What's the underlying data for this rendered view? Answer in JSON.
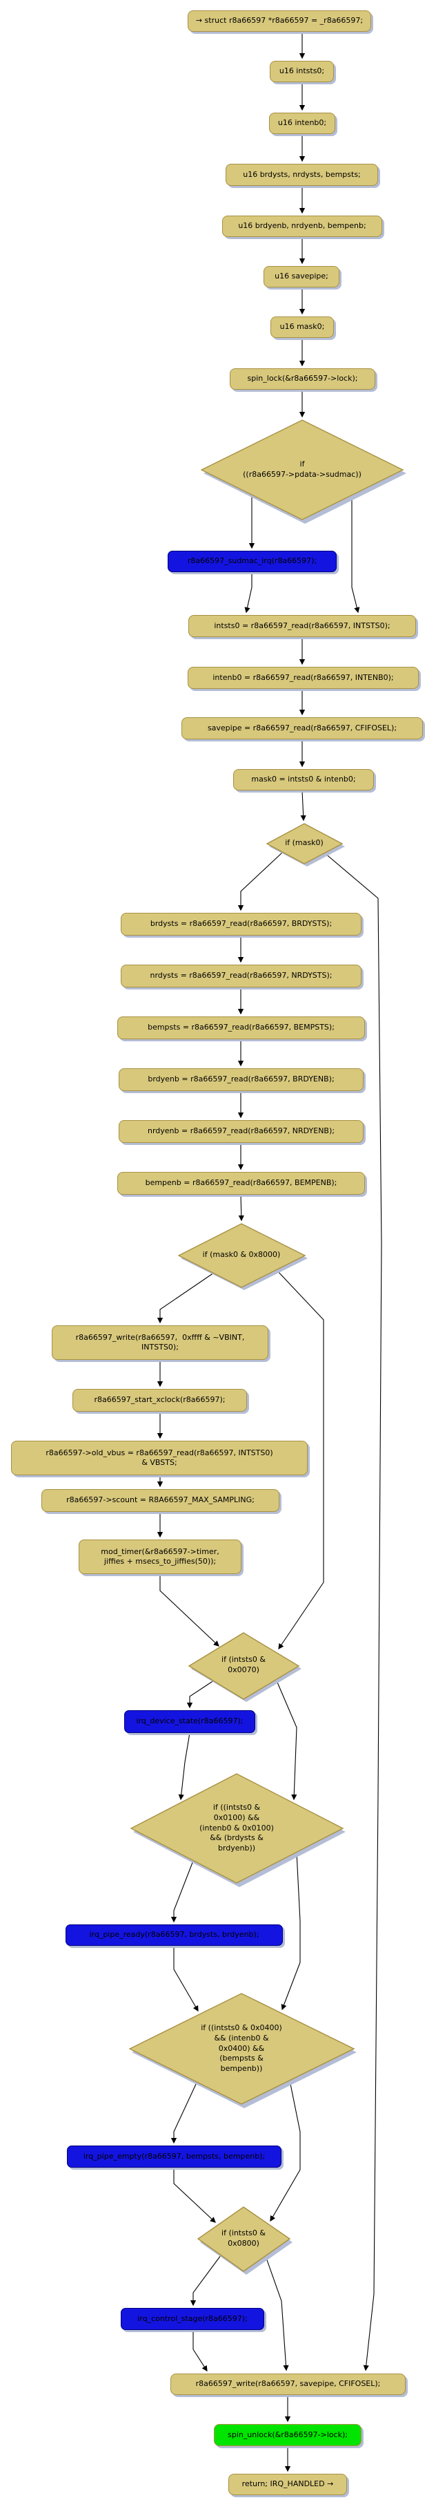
{
  "colors": {
    "background": "#ffffff",
    "statement_fill": "#d8c87c",
    "statement_border": "#a89042",
    "call_fill": "#1414e0",
    "call_border": "#000080",
    "unlock_fill": "#00e400",
    "shadow": "#b4bdd6",
    "edge": "#000000",
    "text": "#000000"
  },
  "nodes": [
    {
      "kind": "entry",
      "label": "→ struct r8a66597 *r8a66597 = _r8a66597;"
    },
    {
      "kind": "declaration",
      "label": "u16 intsts0;"
    },
    {
      "kind": "declaration",
      "label": "u16 intenb0;"
    },
    {
      "kind": "declaration",
      "label": "u16 brdysts, nrdysts, bempsts;"
    },
    {
      "kind": "declaration",
      "label": "u16 brdyenb, nrdyenb, bempenb;"
    },
    {
      "kind": "declaration",
      "label": "u16 savepipe;"
    },
    {
      "kind": "declaration",
      "label": "u16 mask0;"
    },
    {
      "kind": "statement",
      "label": "spin_lock(&r8a66597->lock);"
    },
    {
      "kind": "condition",
      "label": "if\n((r8a66597->pdata->sudmac))"
    },
    {
      "kind": "call",
      "label": "r8a66597_sudmac_irq(r8a66597);"
    },
    {
      "kind": "statement",
      "label": "intsts0 = r8a66597_read(r8a66597, INTSTS0);"
    },
    {
      "kind": "statement",
      "label": "intenb0 = r8a66597_read(r8a66597, INTENB0);"
    },
    {
      "kind": "statement",
      "label": "savepipe = r8a66597_read(r8a66597, CFIFOSEL);"
    },
    {
      "kind": "statement",
      "label": "mask0 = intsts0 & intenb0;"
    },
    {
      "kind": "condition",
      "label": "if (mask0)"
    },
    {
      "kind": "statement",
      "label": "brdysts = r8a66597_read(r8a66597, BRDYSTS);"
    },
    {
      "kind": "statement",
      "label": "nrdysts = r8a66597_read(r8a66597, NRDYSTS);"
    },
    {
      "kind": "statement",
      "label": "bempsts = r8a66597_read(r8a66597, BEMPSTS);"
    },
    {
      "kind": "statement",
      "label": "brdyenb = r8a66597_read(r8a66597, BRDYENB);"
    },
    {
      "kind": "statement",
      "label": "nrdyenb = r8a66597_read(r8a66597, NRDYENB);"
    },
    {
      "kind": "statement",
      "label": "bempenb = r8a66597_read(r8a66597, BEMPENB);"
    },
    {
      "kind": "condition",
      "label": "if (mask0 & 0x8000)"
    },
    {
      "kind": "statement",
      "label": "r8a66597_write(r8a66597,  0xffff & ~VBINT,\nINTSTS0);"
    },
    {
      "kind": "statement",
      "label": "r8a66597_start_xclock(r8a66597);"
    },
    {
      "kind": "statement",
      "label": "r8a66597->old_vbus = r8a66597_read(r8a66597, INTSTS0)\n& VBSTS;"
    },
    {
      "kind": "statement",
      "label": "r8a66597->scount = R8A66597_MAX_SAMPLING;"
    },
    {
      "kind": "statement",
      "label": "mod_timer(&r8a66597->timer,\njiffies + msecs_to_jiffies(50));"
    },
    {
      "kind": "condition",
      "label": "if (intsts0 &\n0x0070)"
    },
    {
      "kind": "call",
      "label": "irq_device_state(r8a66597);"
    },
    {
      "kind": "condition",
      "label": "if ((intsts0 &\n0x0100) &&\n(intenb0 & 0x0100)\n&& (brdysts &\nbrdyenb))"
    },
    {
      "kind": "call",
      "label": "irq_pipe_ready(r8a66597, brdysts, brdyenb);"
    },
    {
      "kind": "condition",
      "label": "if ((intsts0 & 0x0400)\n&& (intenb0 &\n0x0400) &&\n(bempsts &\nbempenb))"
    },
    {
      "kind": "call",
      "label": "irq_pipe_empty(r8a66597, bempsts, bempenb);"
    },
    {
      "kind": "condition",
      "label": "if (intsts0 &\n0x0800)"
    },
    {
      "kind": "call",
      "label": "irq_control_stage(r8a66597);"
    },
    {
      "kind": "statement",
      "label": "r8a66597_write(r8a66597, savepipe, CFIFOSEL);"
    },
    {
      "kind": "unlock",
      "label": "spin_unlock(&r8a66597->lock);"
    },
    {
      "kind": "exit",
      "label": "return; IRQ_HANDLED →"
    }
  ]
}
